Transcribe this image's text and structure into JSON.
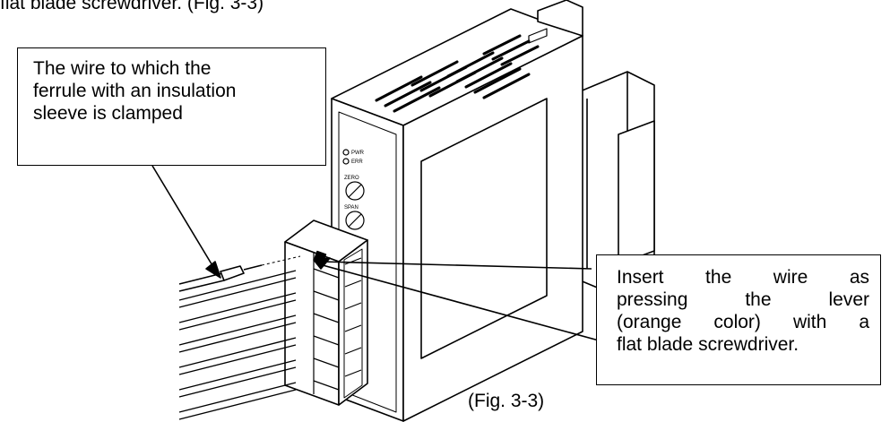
{
  "top_text": "flat blade screwdriver. (Fig. 3-3)",
  "callout_left": {
    "lines": [
      "The wire to which the",
      "ferrule with an insulation",
      "sleeve is clamped"
    ]
  },
  "callout_right": {
    "lines": [
      "Insert the wire as",
      "pressing the lever",
      "(orange color) with a",
      "flat blade screwdriver."
    ]
  },
  "figure_label": "(Fig. 3-3)",
  "device_labels": {
    "led1": "PWR",
    "led2": "ERR",
    "knob1": "ZERO",
    "knob2": "SPAN"
  }
}
